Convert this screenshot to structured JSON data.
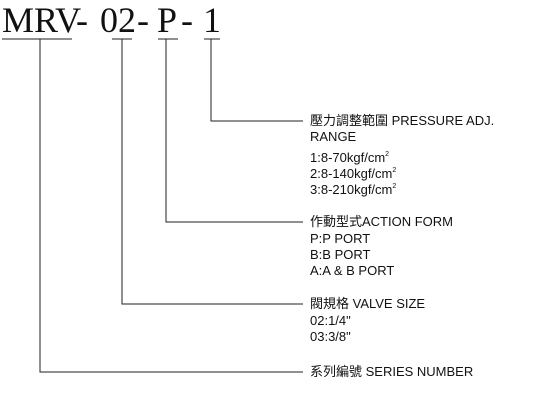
{
  "model_code": {
    "series": "MRV",
    "dash_1": "-",
    "size": "02",
    "dash_2": "-",
    "action": "P",
    "dash_3": "-",
    "pressure": "1"
  },
  "pressure_adj": {
    "title": "壓力調整範圍 PRESSURE ADJ.",
    "title_cont": "RANGE",
    "options": [
      {
        "base": "1:8-70kgf/cm",
        "sup": "2"
      },
      {
        "base": "2:8-140kgf/cm",
        "sup": "2"
      },
      {
        "base": "3:8-210kgf/cm",
        "sup": "2"
      }
    ]
  },
  "action_form": {
    "title": "作動型式ACTION FORM",
    "options": [
      "P:P PORT",
      "B:B PORT",
      "A:A & B PORT"
    ]
  },
  "valve_size": {
    "title": "閥規格 VALVE SIZE",
    "options": [
      "02:1/4\"",
      "03:3/8\""
    ]
  },
  "series_number": {
    "title": "系列編號 SERIES NUMBER"
  }
}
